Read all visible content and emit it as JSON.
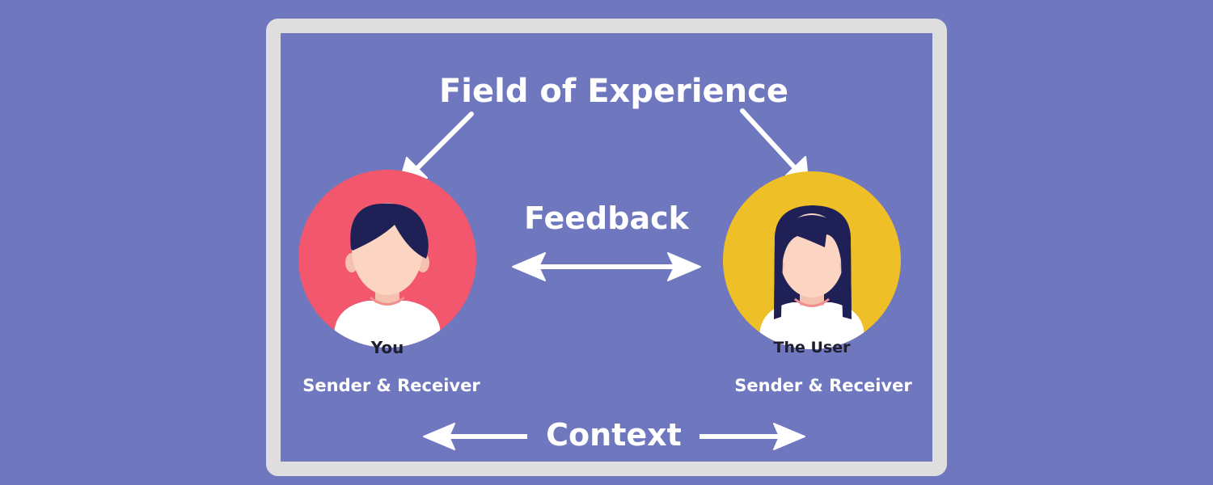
{
  "title": "Field of Experience",
  "feedback_label": "Feedback",
  "context_label": "Context",
  "sender": {
    "name": "You",
    "role": "Sender & Receiver",
    "circle_color": "#f2576d",
    "hair_style": "short"
  },
  "receiver": {
    "name": "The User",
    "role": "Sender & Receiver",
    "circle_color": "#eebf27",
    "hair_style": "long"
  },
  "colors": {
    "background": "#6f77bf",
    "frame": "#dedede",
    "text": "#ffffff",
    "hair": "#1f2156",
    "skin": "#fcd4c2",
    "shirt": "#ffffff"
  }
}
